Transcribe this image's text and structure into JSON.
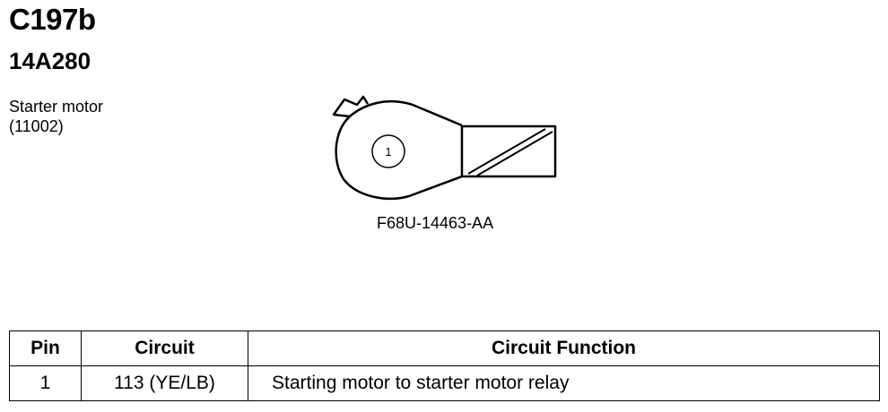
{
  "connector": {
    "id": "C197b",
    "part_number": "14A280",
    "component_name": "Starter motor",
    "component_code": "(11002)"
  },
  "figure": {
    "pin_label": "1",
    "code": "F68U-14463-AA"
  },
  "table": {
    "headers": {
      "pin": "Pin",
      "circuit": "Circuit",
      "function": "Circuit Function"
    },
    "rows": [
      {
        "pin": "1",
        "circuit": "113 (YE/LB)",
        "function": "Starting motor to starter motor relay"
      }
    ]
  }
}
